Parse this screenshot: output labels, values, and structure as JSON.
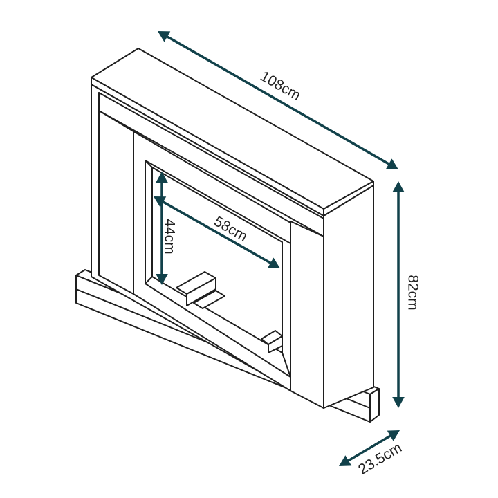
{
  "colors": {
    "outline": "#1f1f1f",
    "dimension": "#11414a",
    "background": "#ffffff"
  },
  "dimensions": {
    "width": "108cm",
    "height": "82cm",
    "depth": "23.5cm",
    "opening_width": "58cm",
    "opening_height": "44cm"
  }
}
